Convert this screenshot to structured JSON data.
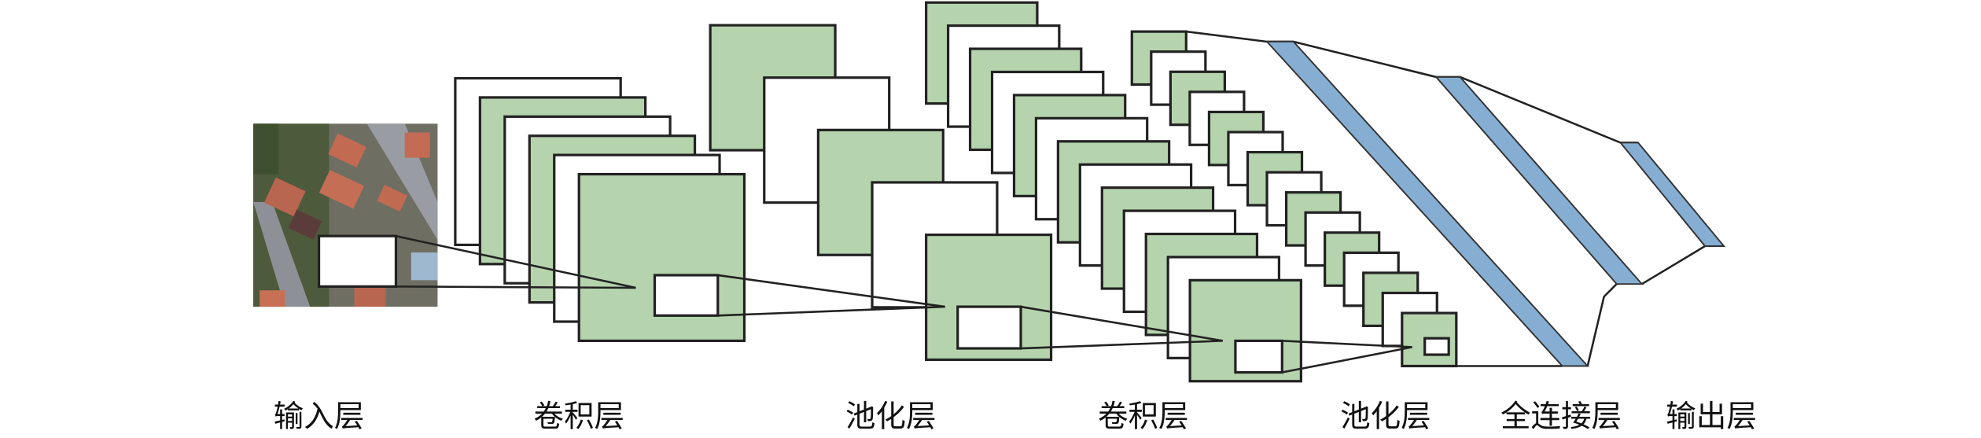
{
  "labels": {
    "input": "输入层",
    "conv1": "卷积层",
    "pool1": "池化层",
    "conv2": "卷积层",
    "pool2": "池化层",
    "fc": "全连接层",
    "output": "输出层"
  },
  "colors": {
    "feature_map_green": "#b5d3ad",
    "feature_map_white": "#ffffff",
    "dense_blue": "#86aed3"
  },
  "layers": {
    "conv1_maps": 6,
    "pool1_maps": 5,
    "conv2_maps": 13,
    "pool2_maps": 15
  }
}
